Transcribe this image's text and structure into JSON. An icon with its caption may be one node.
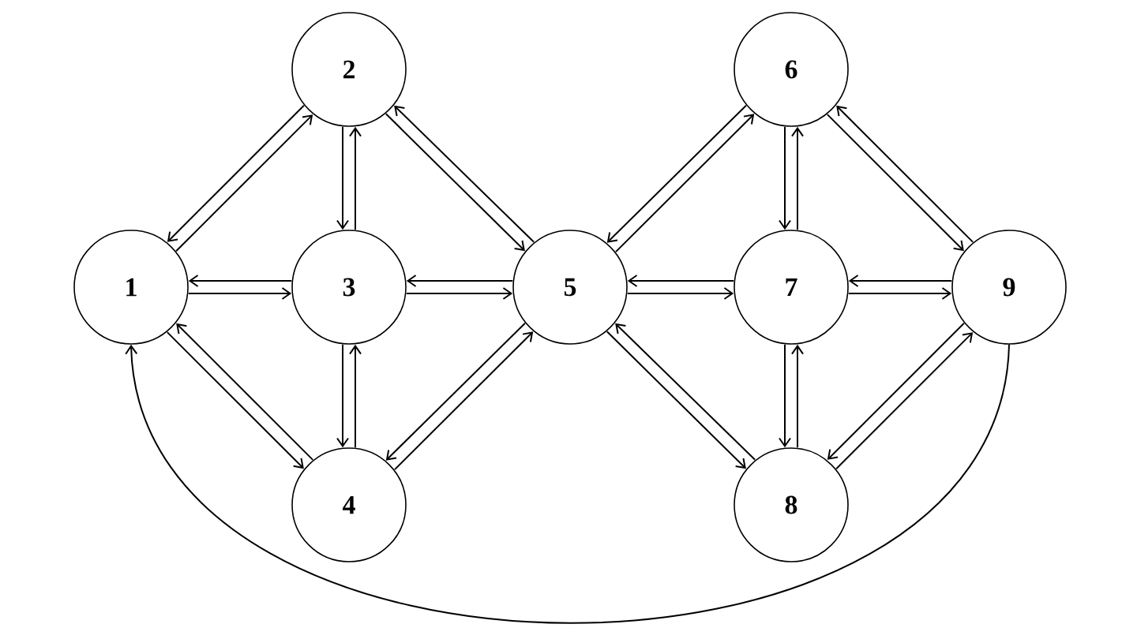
{
  "diagram": {
    "nodes": [
      {
        "text": [
          "1"
        ]
      },
      {
        "text": [
          "2"
        ]
      },
      {
        "text": [
          "3"
        ]
      },
      {
        "text": [
          "4"
        ]
      },
      {
        "text": [
          "5"
        ]
      },
      {
        "text": [
          "6"
        ]
      },
      {
        "text": [
          "7"
        ]
      },
      {
        "text": [
          "8"
        ]
      },
      {
        "text": [
          "9"
        ]
      }
    ],
    "edges": [
      {
        "from": 0,
        "to": 1,
        "arrow": "to"
      },
      {
        "from": 1,
        "to": 0,
        "arrow": "to"
      },
      {
        "from": 0,
        "to": 2,
        "arrow": "to"
      },
      {
        "from": 2,
        "to": 0,
        "arrow": "to"
      },
      {
        "from": 0,
        "to": 3,
        "arrow": "to"
      },
      {
        "from": 3,
        "to": 0,
        "arrow": "to"
      },
      {
        "from": 1,
        "to": 2,
        "arrow": "to"
      },
      {
        "from": 2,
        "to": 1,
        "arrow": "to"
      },
      {
        "from": 1,
        "to": 4,
        "arrow": "to"
      },
      {
        "from": 4,
        "to": 1,
        "arrow": "to"
      },
      {
        "from": 2,
        "to": 4,
        "arrow": "to"
      },
      {
        "from": 4,
        "to": 2,
        "arrow": "to"
      },
      {
        "from": 2,
        "to": 3,
        "arrow": "to"
      },
      {
        "from": 3,
        "to": 2,
        "arrow": "to"
      },
      {
        "from": 3,
        "to": 4,
        "arrow": "to"
      },
      {
        "from": 4,
        "to": 3,
        "arrow": "to"
      },
      {
        "from": 4,
        "to": 5,
        "arrow": "to"
      },
      {
        "from": 5,
        "to": 4,
        "arrow": "to"
      },
      {
        "from": 4,
        "to": 6,
        "arrow": "to"
      },
      {
        "from": 6,
        "to": 4,
        "arrow": "to"
      },
      {
        "from": 4,
        "to": 7,
        "arrow": "to"
      },
      {
        "from": 7,
        "to": 4,
        "arrow": "to"
      },
      {
        "from": 5,
        "to": 6,
        "arrow": "to"
      },
      {
        "from": 6,
        "to": 5,
        "arrow": "to"
      },
      {
        "from": 5,
        "to": 8,
        "arrow": "to"
      },
      {
        "from": 8,
        "to": 5,
        "arrow": "to"
      },
      {
        "from": 6,
        "to": 8,
        "arrow": "to"
      },
      {
        "from": 8,
        "to": 6,
        "arrow": "to"
      },
      {
        "from": 6,
        "to": 7,
        "arrow": "to"
      },
      {
        "from": 7,
        "to": 6,
        "arrow": "to"
      },
      {
        "from": 7,
        "to": 8,
        "arrow": "to"
      },
      {
        "from": 8,
        "to": 7,
        "arrow": "to"
      },
      {
        "from": 8,
        "to": 0,
        "arrow": "to"
      }
    ]
  }
}
